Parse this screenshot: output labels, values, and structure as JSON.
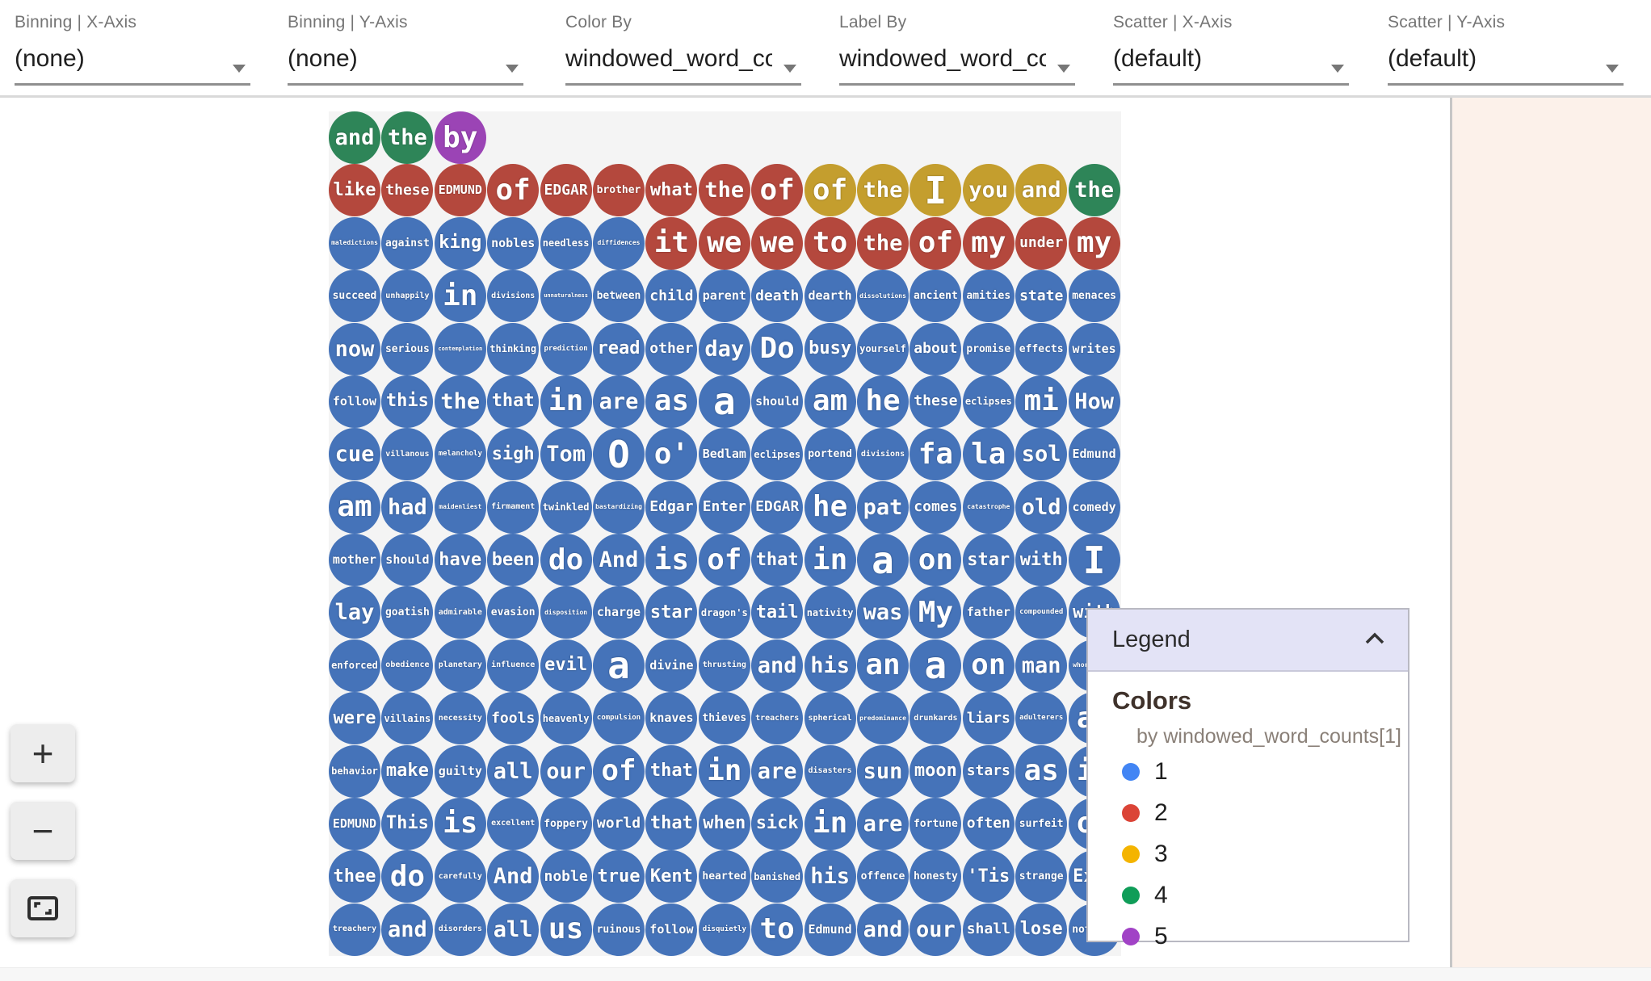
{
  "toolbar": {
    "dropdowns": [
      {
        "id": "binning-x-axis",
        "label": "Binning | X-Axis",
        "value": "(none)"
      },
      {
        "id": "binning-y-axis",
        "label": "Binning | Y-Axis",
        "value": "(none)"
      },
      {
        "id": "color-by",
        "label": "Color By",
        "value": "windowed_word_co"
      },
      {
        "id": "label-by",
        "label": "Label By",
        "value": "windowed_word_co"
      },
      {
        "id": "scatter-x-axis",
        "label": "Scatter | X-Axis",
        "value": "(default)"
      },
      {
        "id": "scatter-y-axis",
        "label": "Scatter | Y-Axis",
        "value": "(default)"
      }
    ]
  },
  "zoom_controls": {
    "zoom_in": "+",
    "zoom_out": "−",
    "fit": "fit-to-screen"
  },
  "legend": {
    "title": "Legend",
    "section_title": "Colors",
    "subtitle": "by windowed_word_counts[1]",
    "entries": [
      {
        "value": "1",
        "color": "#4285F4"
      },
      {
        "value": "2",
        "color": "#DB4437"
      },
      {
        "value": "3",
        "color": "#F4B400"
      },
      {
        "value": "4",
        "color": "#0F9D58"
      },
      {
        "value": "5",
        "color": "#A142C6"
      }
    ]
  },
  "palette": {
    "1": "#4573B9",
    "2": "#B4483D",
    "3": "#C49E2E",
    "4": "#2E8558",
    "5": "#9B44B5"
  },
  "grid": {
    "rows": [
      [
        [
          "and",
          4
        ],
        [
          "the",
          4
        ],
        [
          "by",
          5
        ]
      ],
      [
        [
          "like",
          2
        ],
        [
          "these",
          2
        ],
        [
          "EDMUND",
          2
        ],
        [
          "of",
          2
        ],
        [
          "EDGAR",
          2
        ],
        [
          "brother",
          2
        ],
        [
          "what",
          2
        ],
        [
          "the",
          2
        ],
        [
          "of",
          2
        ],
        [
          "of",
          3
        ],
        [
          "the",
          3
        ],
        [
          "I",
          3
        ],
        [
          "you",
          3
        ],
        [
          "and",
          3
        ],
        [
          "the",
          4
        ]
      ],
      [
        [
          "maledictions",
          1
        ],
        [
          "against",
          1
        ],
        [
          "king",
          1
        ],
        [
          "nobles",
          1
        ],
        [
          "needless",
          1
        ],
        [
          "diffidences",
          1
        ],
        [
          "it",
          2
        ],
        [
          "we",
          2
        ],
        [
          "we",
          2
        ],
        [
          "to",
          2
        ],
        [
          "the",
          2
        ],
        [
          "of",
          2
        ],
        [
          "my",
          2
        ],
        [
          "under",
          2
        ],
        [
          "my",
          2
        ]
      ],
      [
        [
          "succeed",
          1
        ],
        [
          "unhappily",
          1
        ],
        [
          "in",
          1
        ],
        [
          "divisions",
          1
        ],
        [
          "unnaturalness",
          1
        ],
        [
          "between",
          1
        ],
        [
          "child",
          1
        ],
        [
          "parent",
          1
        ],
        [
          "death",
          1
        ],
        [
          "dearth",
          1
        ],
        [
          "dissolutions",
          1
        ],
        [
          "ancient",
          1
        ],
        [
          "amities",
          1
        ],
        [
          "state",
          1
        ],
        [
          "menaces",
          1
        ]
      ],
      [
        [
          "now",
          1
        ],
        [
          "serious",
          1
        ],
        [
          "contemplation",
          1
        ],
        [
          "thinking",
          1
        ],
        [
          "prediction",
          1
        ],
        [
          "read",
          1
        ],
        [
          "other",
          1
        ],
        [
          "day",
          1
        ],
        [
          "Do",
          1
        ],
        [
          "busy",
          1
        ],
        [
          "yourself",
          1
        ],
        [
          "about",
          1
        ],
        [
          "promise",
          1
        ],
        [
          "effects",
          1
        ],
        [
          "writes",
          1
        ]
      ],
      [
        [
          "follow",
          1
        ],
        [
          "this",
          1
        ],
        [
          "the",
          1
        ],
        [
          "that",
          1
        ],
        [
          "in",
          1
        ],
        [
          "are",
          1
        ],
        [
          "as",
          1
        ],
        [
          "a",
          1
        ],
        [
          "should",
          1
        ],
        [
          "am",
          1
        ],
        [
          "he",
          1
        ],
        [
          "these",
          1
        ],
        [
          "eclipses",
          1
        ],
        [
          "mi",
          1
        ],
        [
          "How",
          1
        ]
      ],
      [
        [
          "cue",
          1
        ],
        [
          "villanous",
          1
        ],
        [
          "melancholy",
          1
        ],
        [
          "sigh",
          1
        ],
        [
          "Tom",
          1
        ],
        [
          "O",
          1
        ],
        [
          "o'",
          1
        ],
        [
          "Bedlam",
          1
        ],
        [
          "eclipses",
          1
        ],
        [
          "portend",
          1
        ],
        [
          "divisions",
          1
        ],
        [
          "fa",
          1
        ],
        [
          "la",
          1
        ],
        [
          "sol",
          1
        ],
        [
          "Edmund",
          1
        ]
      ],
      [
        [
          "am",
          1
        ],
        [
          "had",
          1
        ],
        [
          "maidenliest",
          1
        ],
        [
          "firmament",
          1
        ],
        [
          "twinkled",
          1
        ],
        [
          "bastardizing",
          1
        ],
        [
          "Edgar",
          1
        ],
        [
          "Enter",
          1
        ],
        [
          "EDGAR",
          1
        ],
        [
          "he",
          1
        ],
        [
          "pat",
          1
        ],
        [
          "comes",
          1
        ],
        [
          "catastrophe",
          1
        ],
        [
          "old",
          1
        ],
        [
          "comedy",
          1
        ]
      ],
      [
        [
          "mother",
          1
        ],
        [
          "should",
          1
        ],
        [
          "have",
          1
        ],
        [
          "been",
          1
        ],
        [
          "do",
          1
        ],
        [
          "And",
          1
        ],
        [
          "is",
          1
        ],
        [
          "of",
          1
        ],
        [
          "that",
          1
        ],
        [
          "in",
          1
        ],
        [
          "a",
          1
        ],
        [
          "on",
          1
        ],
        [
          "star",
          1
        ],
        [
          "with",
          1
        ],
        [
          "I",
          1
        ]
      ],
      [
        [
          "lay",
          1
        ],
        [
          "goatish",
          1
        ],
        [
          "admirable",
          1
        ],
        [
          "evasion",
          1
        ],
        [
          "disposition",
          1
        ],
        [
          "charge",
          1
        ],
        [
          "star",
          1
        ],
        [
          "dragon's",
          1
        ],
        [
          "tail",
          1
        ],
        [
          "nativity",
          1
        ],
        [
          "was",
          1
        ],
        [
          "My",
          1
        ],
        [
          "father",
          1
        ],
        [
          "compounded",
          1
        ],
        [
          "with",
          1
        ]
      ],
      [
        [
          "enforced",
          1
        ],
        [
          "obedience",
          1
        ],
        [
          "planetary",
          1
        ],
        [
          "influence",
          1
        ],
        [
          "evil",
          1
        ],
        [
          "a",
          1
        ],
        [
          "divine",
          1
        ],
        [
          "thrusting",
          1
        ],
        [
          "and",
          1
        ],
        [
          "his",
          1
        ],
        [
          "an",
          1
        ],
        [
          "a",
          1
        ],
        [
          "on",
          1
        ],
        [
          "man",
          1
        ],
        [
          "whoremaster",
          1
        ]
      ],
      [
        [
          "were",
          1
        ],
        [
          "villains",
          1
        ],
        [
          "necessity",
          1
        ],
        [
          "fools",
          1
        ],
        [
          "heavenly",
          1
        ],
        [
          "compulsion",
          1
        ],
        [
          "knaves",
          1
        ],
        [
          "thieves",
          1
        ],
        [
          "treachers",
          1
        ],
        [
          "spherical",
          1
        ],
        [
          "predominance",
          1
        ],
        [
          "drunkards",
          1
        ],
        [
          "liars",
          1
        ],
        [
          "adulterers",
          1
        ],
        [
          "an",
          1
        ]
      ],
      [
        [
          "behavior",
          1
        ],
        [
          "make",
          1
        ],
        [
          "guilty",
          1
        ],
        [
          "all",
          1
        ],
        [
          "our",
          1
        ],
        [
          "of",
          1
        ],
        [
          "that",
          1
        ],
        [
          "in",
          1
        ],
        [
          "are",
          1
        ],
        [
          "disasters",
          1
        ],
        [
          "sun",
          1
        ],
        [
          "moon",
          1
        ],
        [
          "stars",
          1
        ],
        [
          "as",
          1
        ],
        [
          "if",
          1
        ]
      ],
      [
        [
          "EDMUND",
          1
        ],
        [
          "This",
          1
        ],
        [
          "is",
          1
        ],
        [
          "excellent",
          1
        ],
        [
          "foppery",
          1
        ],
        [
          "world",
          1
        ],
        [
          "that",
          1
        ],
        [
          "when",
          1
        ],
        [
          "sick",
          1
        ],
        [
          "in",
          1
        ],
        [
          "are",
          1
        ],
        [
          "fortune",
          1
        ],
        [
          "often",
          1
        ],
        [
          "surfeit",
          1
        ],
        [
          "of",
          1
        ]
      ],
      [
        [
          "thee",
          1
        ],
        [
          "do",
          1
        ],
        [
          "carefully",
          1
        ],
        [
          "And",
          1
        ],
        [
          "noble",
          1
        ],
        [
          "true",
          1
        ],
        [
          "Kent",
          1
        ],
        [
          "hearted",
          1
        ],
        [
          "banished",
          1
        ],
        [
          "his",
          1
        ],
        [
          "offence",
          1
        ],
        [
          "honesty",
          1
        ],
        [
          "'Tis",
          1
        ],
        [
          "strange",
          1
        ],
        [
          "Exit",
          1
        ]
      ],
      [
        [
          "treachery",
          1
        ],
        [
          "and",
          1
        ],
        [
          "disorders",
          1
        ],
        [
          "all",
          1
        ],
        [
          "us",
          1
        ],
        [
          "ruinous",
          1
        ],
        [
          "follow",
          1
        ],
        [
          "disquietly",
          1
        ],
        [
          "to",
          1
        ],
        [
          "Edmund",
          1
        ],
        [
          "and",
          1
        ],
        [
          "our",
          1
        ],
        [
          "shall",
          1
        ],
        [
          "lose",
          1
        ],
        [
          "nothing",
          1
        ]
      ]
    ]
  }
}
